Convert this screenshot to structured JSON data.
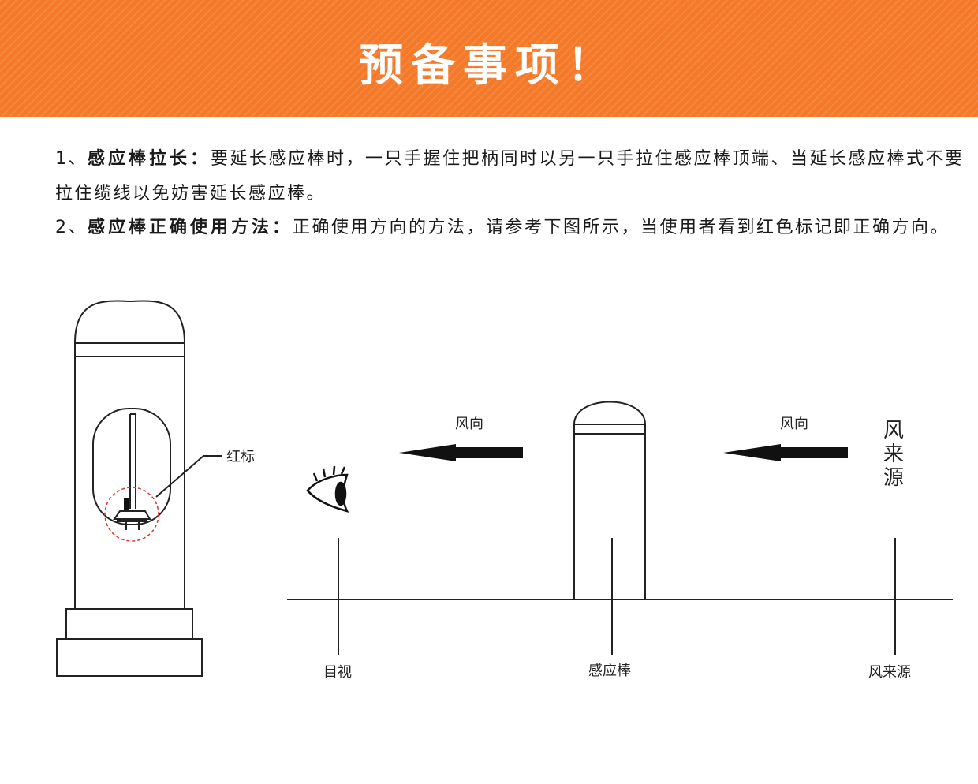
{
  "banner": {
    "title": "预备事项！",
    "background_color": "#f47a2a"
  },
  "instructions": [
    {
      "number": "1、",
      "heading": "感应棒拉长：",
      "body": "要延长感应棒时，一只手握住把柄同时以另一只手拉住感应棒顶端、当延长感应棒式不要拉住缆线以免妨害延长感应棒。"
    },
    {
      "number": "2、",
      "heading": "感应棒正确使用方法：",
      "body": "正确使用方向的方法，请参考下图所示，当使用者看到红色标记即正确方向。"
    }
  ],
  "diagram": {
    "red_mark_label": "红标",
    "wind_direction_left": "风向",
    "wind_direction_right": "风向",
    "wind_source_vertical": "风来源",
    "label_view": "目视",
    "label_sensor_rod": "感应棒",
    "label_wind_source": "风来源",
    "red_mark_color": "#d9382e"
  }
}
